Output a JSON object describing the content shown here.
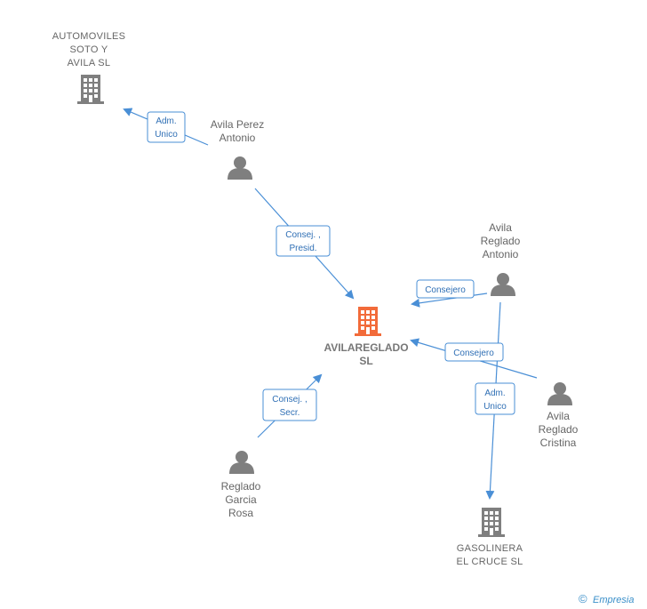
{
  "colors": {
    "main_company": "#f26b3a",
    "company": "#7f7f7f",
    "person": "#7f7f7f",
    "edge": "#4a8fd6"
  },
  "nodes": {
    "automoviles": {
      "lines": [
        "AUTOMOVILES",
        "SOTO Y",
        "AVILA SL"
      ],
      "icon": "building-icon"
    },
    "avilareglado": {
      "lines": [
        "AVILAREGLADO",
        "SL"
      ],
      "icon": "building-icon"
    },
    "gasolinera": {
      "lines": [
        "GASOLINERA",
        "EL CRUCE  SL"
      ],
      "icon": "building-icon"
    },
    "avila_perez": {
      "lines": [
        "Avila Perez",
        "Antonio"
      ],
      "icon": "person-icon"
    },
    "avila_reglado_antonio": {
      "lines": [
        "Avila",
        "Reglado",
        "Antonio"
      ],
      "icon": "person-icon"
    },
    "avila_reglado_cristina": {
      "lines": [
        "Avila",
        "Reglado",
        "Cristina"
      ],
      "icon": "person-icon"
    },
    "reglado_garcia": {
      "lines": [
        "Reglado",
        "Garcia",
        "Rosa"
      ],
      "icon": "person-icon"
    }
  },
  "edges": {
    "adm_unico_1": {
      "lines": [
        "Adm.",
        "Unico"
      ]
    },
    "consej_presid": {
      "lines": [
        "Consej. ,",
        "Presid."
      ]
    },
    "consejero_1": {
      "lines": [
        "Consejero"
      ]
    },
    "consejero_2": {
      "lines": [
        "Consejero"
      ]
    },
    "adm_unico_2": {
      "lines": [
        "Adm.",
        "Unico"
      ]
    },
    "consej_secr": {
      "lines": [
        "Consej. ,",
        "Secr."
      ]
    }
  },
  "footer": {
    "copyright": "©",
    "brand": "Empresia"
  }
}
